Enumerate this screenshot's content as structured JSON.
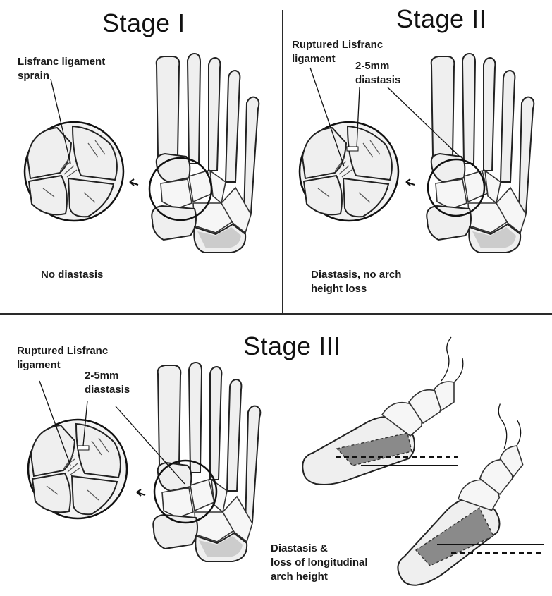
{
  "stage1": {
    "title": "Stage I",
    "label_ligament_line1": "Lisfranc ligament",
    "label_ligament_line2": "sprain",
    "label_result": "No diastasis"
  },
  "stage2": {
    "title": "Stage II",
    "label_ruptured_line1": "Ruptured Lisfranc",
    "label_ruptured_line2": "ligament",
    "label_gap_line1": "2-5mm",
    "label_gap_line2": "diastasis",
    "label_result_line1": "Diastasis, no arch",
    "label_result_line2": "height loss"
  },
  "stage3": {
    "title": "Stage III",
    "label_ruptured_line1": "Ruptured Lisfranc",
    "label_ruptured_line2": "ligament",
    "label_gap_line1": "2-5mm",
    "label_gap_line2": "diastasis",
    "label_result_line1": "Diastasis &",
    "label_result_line2": "loss of longitudinal",
    "label_result_line3": "arch height"
  }
}
